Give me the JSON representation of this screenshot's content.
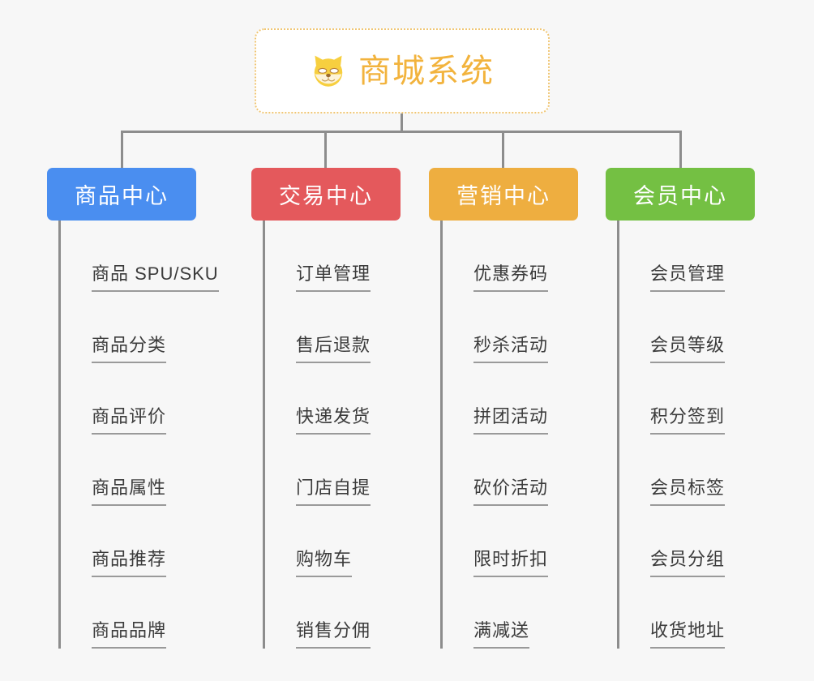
{
  "diagram": {
    "type": "org-tree",
    "background_color": "#f7f7f7",
    "root": {
      "title": "商城系统",
      "icon": "shiba-dog-face-icon",
      "border_color": "#f0c674",
      "text_color": "#f2b33d",
      "background_color": "#ffffff"
    },
    "connector_color": "#8d8d8d",
    "columns": [
      {
        "id": "product-center",
        "label": "商品中心",
        "color": "#4a8ef0",
        "items": [
          "商品 SPU/SKU",
          "商品分类",
          "商品评价",
          "商品属性",
          "商品推荐",
          "商品品牌"
        ]
      },
      {
        "id": "trade-center",
        "label": "交易中心",
        "color": "#e4595c",
        "items": [
          "订单管理",
          "售后退款",
          "快递发货",
          "门店自提",
          "购物车",
          "销售分佣"
        ]
      },
      {
        "id": "marketing-center",
        "label": "营销中心",
        "color": "#eeae40",
        "items": [
          "优惠券码",
          "秒杀活动",
          "拼团活动",
          "砍价活动",
          "限时折扣",
          "满减送"
        ]
      },
      {
        "id": "member-center",
        "label": "会员中心",
        "color": "#74c043",
        "items": [
          "会员管理",
          "会员等级",
          "积分签到",
          "会员标签",
          "会员分组",
          "收货地址"
        ]
      }
    ]
  }
}
